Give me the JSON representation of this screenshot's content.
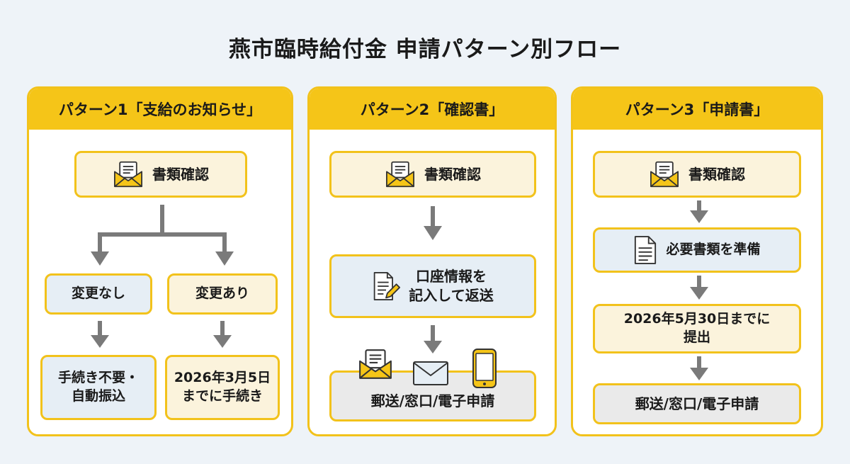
{
  "title": "燕市臨時給付金 申請パターン別フロー",
  "patterns": [
    {
      "header": "パターン1「支給のお知らせ」",
      "step1": "書類確認",
      "branch_left": "変更なし",
      "branch_right": "変更あり",
      "result_left_l1": "手続き不要・",
      "result_left_l2": "自動振込",
      "result_right_l1": "2026年3月5日",
      "result_right_l2": "までに手続き"
    },
    {
      "header": "パターン2「確認書」",
      "step1": "書類確認",
      "step2_l1": "口座情報を",
      "step2_l2": "記入して返送",
      "step3": "郵送/窓口/電子申請"
    },
    {
      "header": "パターン3「申請書」",
      "step1": "書類確認",
      "step2": "必要書類を準備",
      "step3_l1": "2026年5月30日までに",
      "step3_l2": "提出",
      "step4": "郵送/窓口/電子申請"
    }
  ],
  "colors": {
    "accent": "#f5c518",
    "border": "#f2c21b",
    "arrow": "#7a7a7a",
    "background": "#eef3f8"
  },
  "icons": [
    "envelope-letter-icon",
    "document-pen-icon",
    "document-icon",
    "mail-icon",
    "smartphone-icon"
  ]
}
